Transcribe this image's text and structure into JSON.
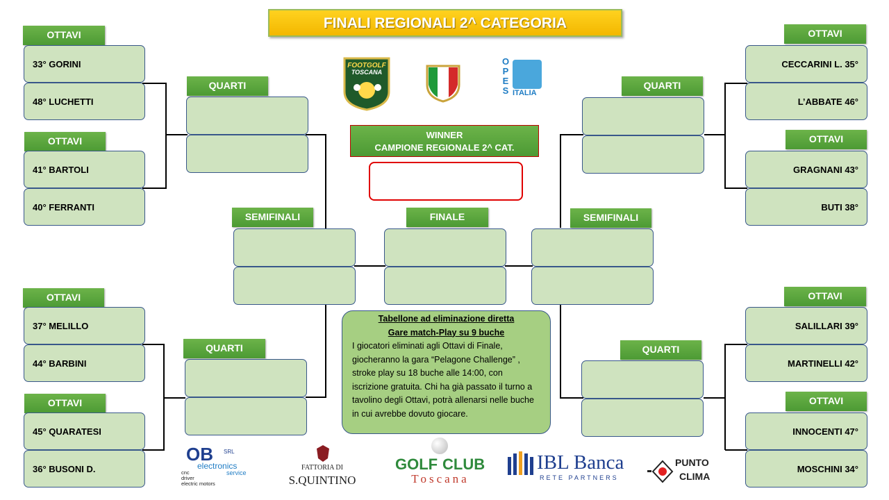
{
  "title": "FINALI REGIONALI 2^ CATEGORIA",
  "labels": {
    "ottavi": "OTTAVI",
    "quarti": "QUARTI",
    "semifinali": "SEMIFINALI",
    "finale": "FINALE"
  },
  "winner": {
    "line1": "WINNER",
    "line2": "CAMPIONE REGIONALE 2^ CAT."
  },
  "left_players": [
    "33° GORINI",
    "48° LUCHETTI",
    "41° BARTOLI",
    "40° FERRANTI",
    "37° MELILLO",
    "44° BARBINI",
    "45° QUARATESI",
    "36° BUSONI D."
  ],
  "right_players": [
    "CECCARINI L. 35°",
    "L’ABBATE 46°",
    "GRAGNANI 43°",
    "BUTI 38°",
    "SALILLARI 39°",
    "MARTINELLI 42°",
    "INNOCENTI 47°",
    "MOSCHINI 34°"
  ],
  "info": {
    "heading1": "Tabellone ad eliminazione diretta",
    "heading2": "Gare match-Play su 9 buche",
    "body": "I giocatori eliminati agli Ottavi di Finale, giocheranno la gara “Pelagone Challenge” , stroke play su 18 buche alle 14:00, con iscrizione gratuita. Chi ha già passato il turno a tavolino degli Ottavi, potrà allenarsi nelle buche in cui avrebbe dovuto giocare."
  },
  "logos": {
    "footgolf_line1": "FOOTGOLF",
    "footgolf_line2": "TOSCANA",
    "opes": "OPES",
    "italia": "ITALIA",
    "ob": "OB",
    "ob_sub": "electronics",
    "ob_srl": "SRL",
    "ob_service": "service",
    "ob_list": [
      "cnc",
      "driver",
      "electric motors"
    ],
    "fattoria1": "FATTORIA DI",
    "fattoria2": "S.QUINTINO",
    "golf1": "GOLF",
    "golf2": "CLUB",
    "golf3": "Toscana",
    "ibl1": "IBL Banca",
    "ibl2": "RETE PARTNERS",
    "punto1": "PUNTO",
    "punto2": "CLIMA"
  },
  "colors": {
    "label_green": "#5aa63c",
    "slot_fill": "#cfe3bf",
    "slot_border": "#38578a",
    "title_gold": "#f7c10c",
    "winner_red": "#e00000",
    "info_fill": "#a6cf82"
  }
}
